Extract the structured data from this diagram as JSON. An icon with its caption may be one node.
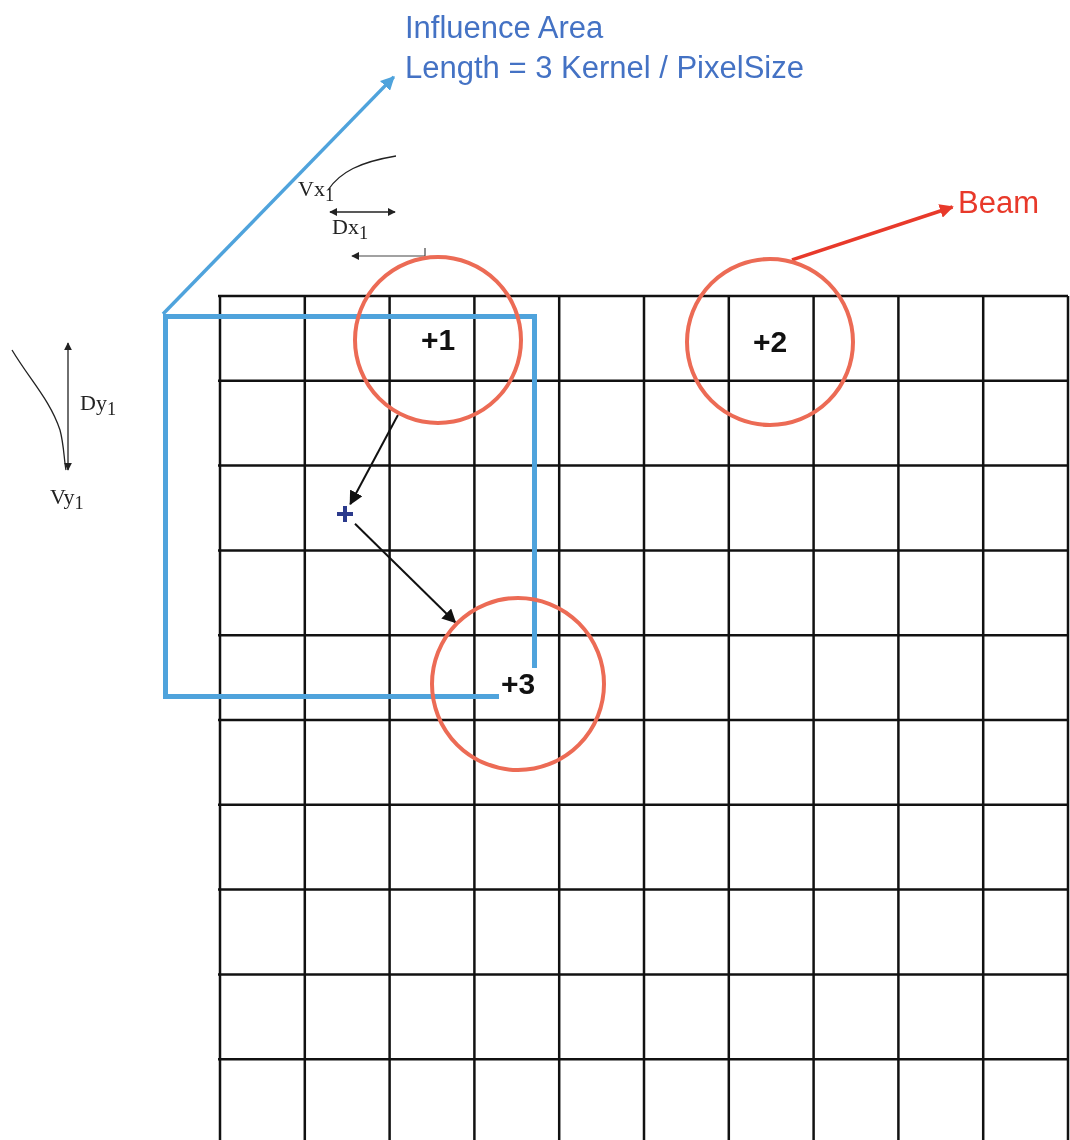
{
  "diagram": {
    "nodes": [
      {
        "text": [
          "Influence Area",
          "Length = 3 Kernel / PixelSize"
        ]
      },
      {
        "text": [
          "Beam"
        ]
      },
      {
        "text": [],
        "shape": "box"
      },
      {
        "text": [
          "+1"
        ]
      },
      {
        "text": [
          "+2"
        ]
      },
      {
        "text": [],
        "shape": "cross",
        "in": 2
      },
      {
        "text": [
          "+3"
        ]
      }
    ],
    "edges": [
      {
        "from": 2,
        "to": 0,
        "arrow": "to",
        "color": "#4fa3dc"
      },
      {
        "from": 4,
        "to": 1,
        "arrow": "to",
        "color": "#e8392a"
      },
      {
        "from": 3,
        "to": 5,
        "arrow": "to"
      },
      {
        "from": 5,
        "to": 6,
        "arrow": "to"
      }
    ],
    "labels": [
      "Vx$_{1}$",
      "Dx$_{1}$",
      "Dy$_{1}$",
      "Vy$_{1}$"
    ]
  }
}
